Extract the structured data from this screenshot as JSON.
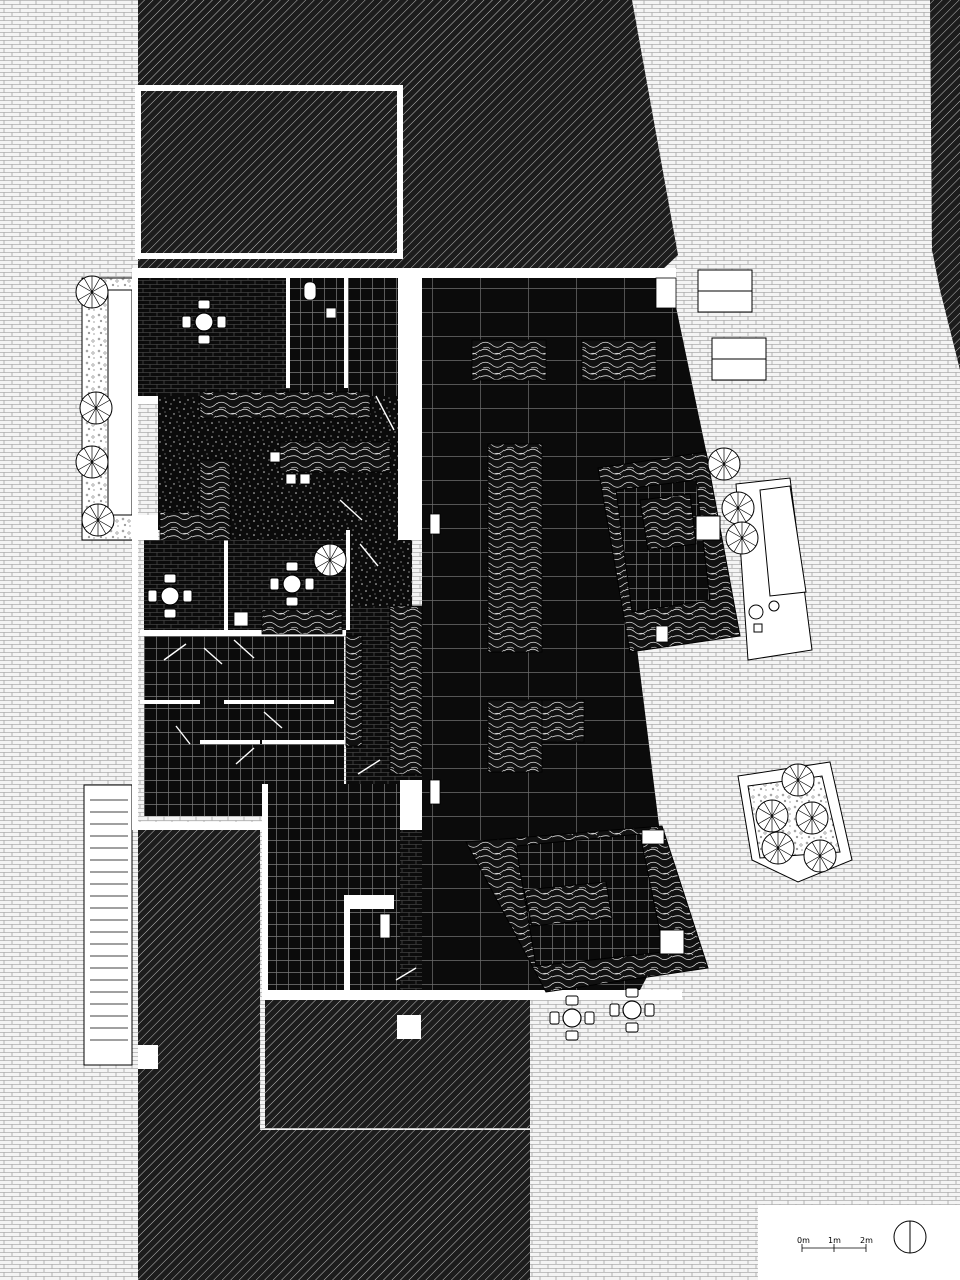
{
  "drawing": {
    "colors": {
      "ink": "#000000",
      "floor_dark": "#0b0b0b",
      "paper": "#ffffff",
      "paving": "#f4f4f4",
      "hatch_dark": "#1c1c1c"
    }
  },
  "scale_bar": {
    "label_0": "0m",
    "label_1": "1m",
    "label_2": "2m"
  },
  "north_arrow": {
    "icon": "north-arrow-icon"
  }
}
